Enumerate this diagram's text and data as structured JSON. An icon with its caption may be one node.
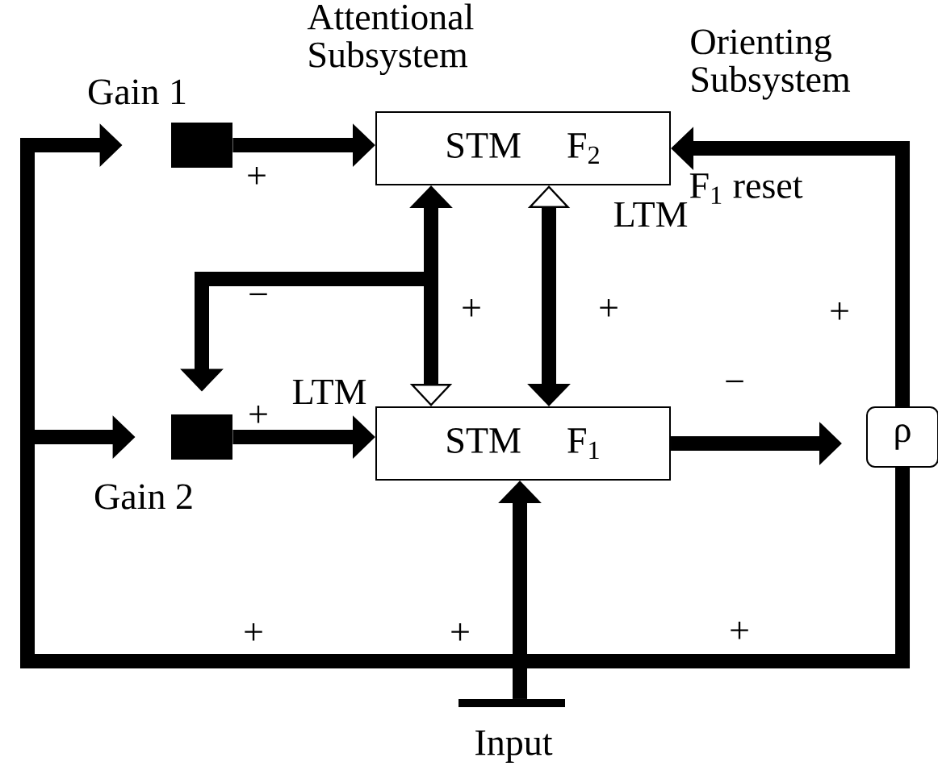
{
  "diagram": {
    "nodes": [
      {
        "text": [
          "STM",
          "F$_{2}$"
        ]
      },
      {
        "text": [
          "STM",
          "F$_{1}$"
        ]
      },
      {
        "text": [],
        "shape": "box",
        "beside": [
          "Gain 1"
        ]
      },
      {
        "text": [],
        "shape": "box",
        "beside": [
          "Gain 2"
        ]
      },
      {
        "text": [
          "ρ"
        ]
      },
      {
        "text": [],
        "shape": "bar",
        "beside": [
          "Input"
        ]
      }
    ],
    "edges": [
      {
        "from": 2,
        "to": 0,
        "arrow": "to"
      },
      {
        "from": 3,
        "to": 1,
        "arrow": "to"
      },
      {
        "from": 1,
        "to": 0,
        "arrow": "both"
      },
      {
        "from": 0,
        "to": 1,
        "arrow": "both"
      },
      {
        "from": 0,
        "to": 3,
        "arrow": "to"
      },
      {
        "from": 1,
        "to": 4,
        "arrow": "to"
      },
      {
        "from": 4,
        "to": 0,
        "arrow": "to",
        "label": "F$_{1}$ reset"
      },
      {
        "from": 5,
        "to": 1,
        "arrow": "to"
      },
      {
        "from": 5,
        "to": 2,
        "arrow": "to"
      },
      {
        "from": 5,
        "to": 3,
        "arrow": "to"
      },
      {
        "from": 5,
        "to": 4,
        "arrow": "none"
      }
    ],
    "labels": [
      "Attentional Subsystem",
      "Orienting Subsystem",
      "+",
      "LTM",
      "−",
      "+",
      "+",
      "+",
      "LTM",
      "+",
      "−",
      "+",
      "+",
      "+"
    ]
  }
}
